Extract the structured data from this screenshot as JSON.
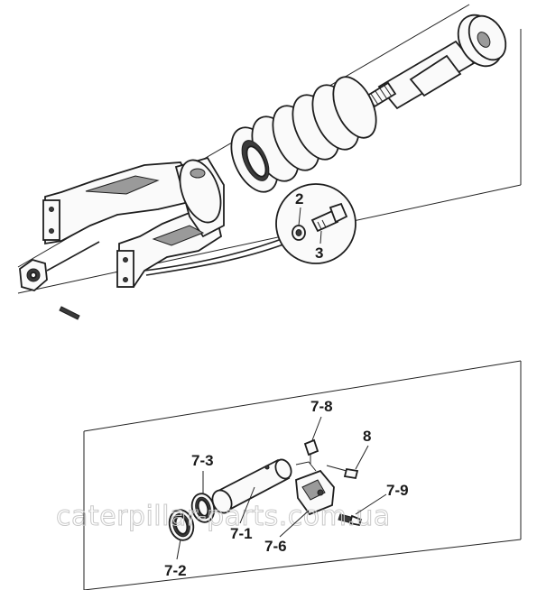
{
  "diagram": {
    "watermark": "caterpillar-parts.com.ua",
    "callouts": [
      {
        "id": "c2",
        "text": "2"
      },
      {
        "id": "c3",
        "text": "3"
      },
      {
        "id": "c7-8",
        "text": "7-8"
      },
      {
        "id": "c8",
        "text": "8"
      },
      {
        "id": "c7-3",
        "text": "7-3"
      },
      {
        "id": "c7-9",
        "text": "7-9"
      },
      {
        "id": "c7-1",
        "text": "7-1"
      },
      {
        "id": "c7-6",
        "text": "7-6"
      },
      {
        "id": "c7-2",
        "text": "7-2"
      }
    ]
  }
}
